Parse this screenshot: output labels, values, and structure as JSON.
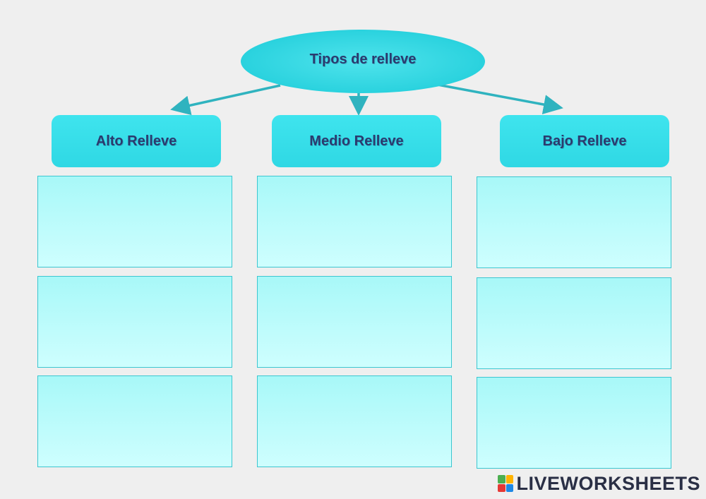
{
  "diagram": {
    "title": "Tipos de relleve",
    "columns": [
      {
        "heading": "Alto Relleve"
      },
      {
        "heading": "Medio Relleve"
      },
      {
        "heading": "Bajo Relleve"
      }
    ]
  },
  "footer": {
    "brand": "LIVEWORKSHEETS"
  },
  "colors": {
    "background": "#efefef",
    "accent": "#2fd8e4",
    "arrow": "#2fb3bf",
    "text": "#2b3a6e",
    "logo": [
      "#4caf50",
      "#ffb300",
      "#e53935",
      "#1e88e5"
    ]
  }
}
